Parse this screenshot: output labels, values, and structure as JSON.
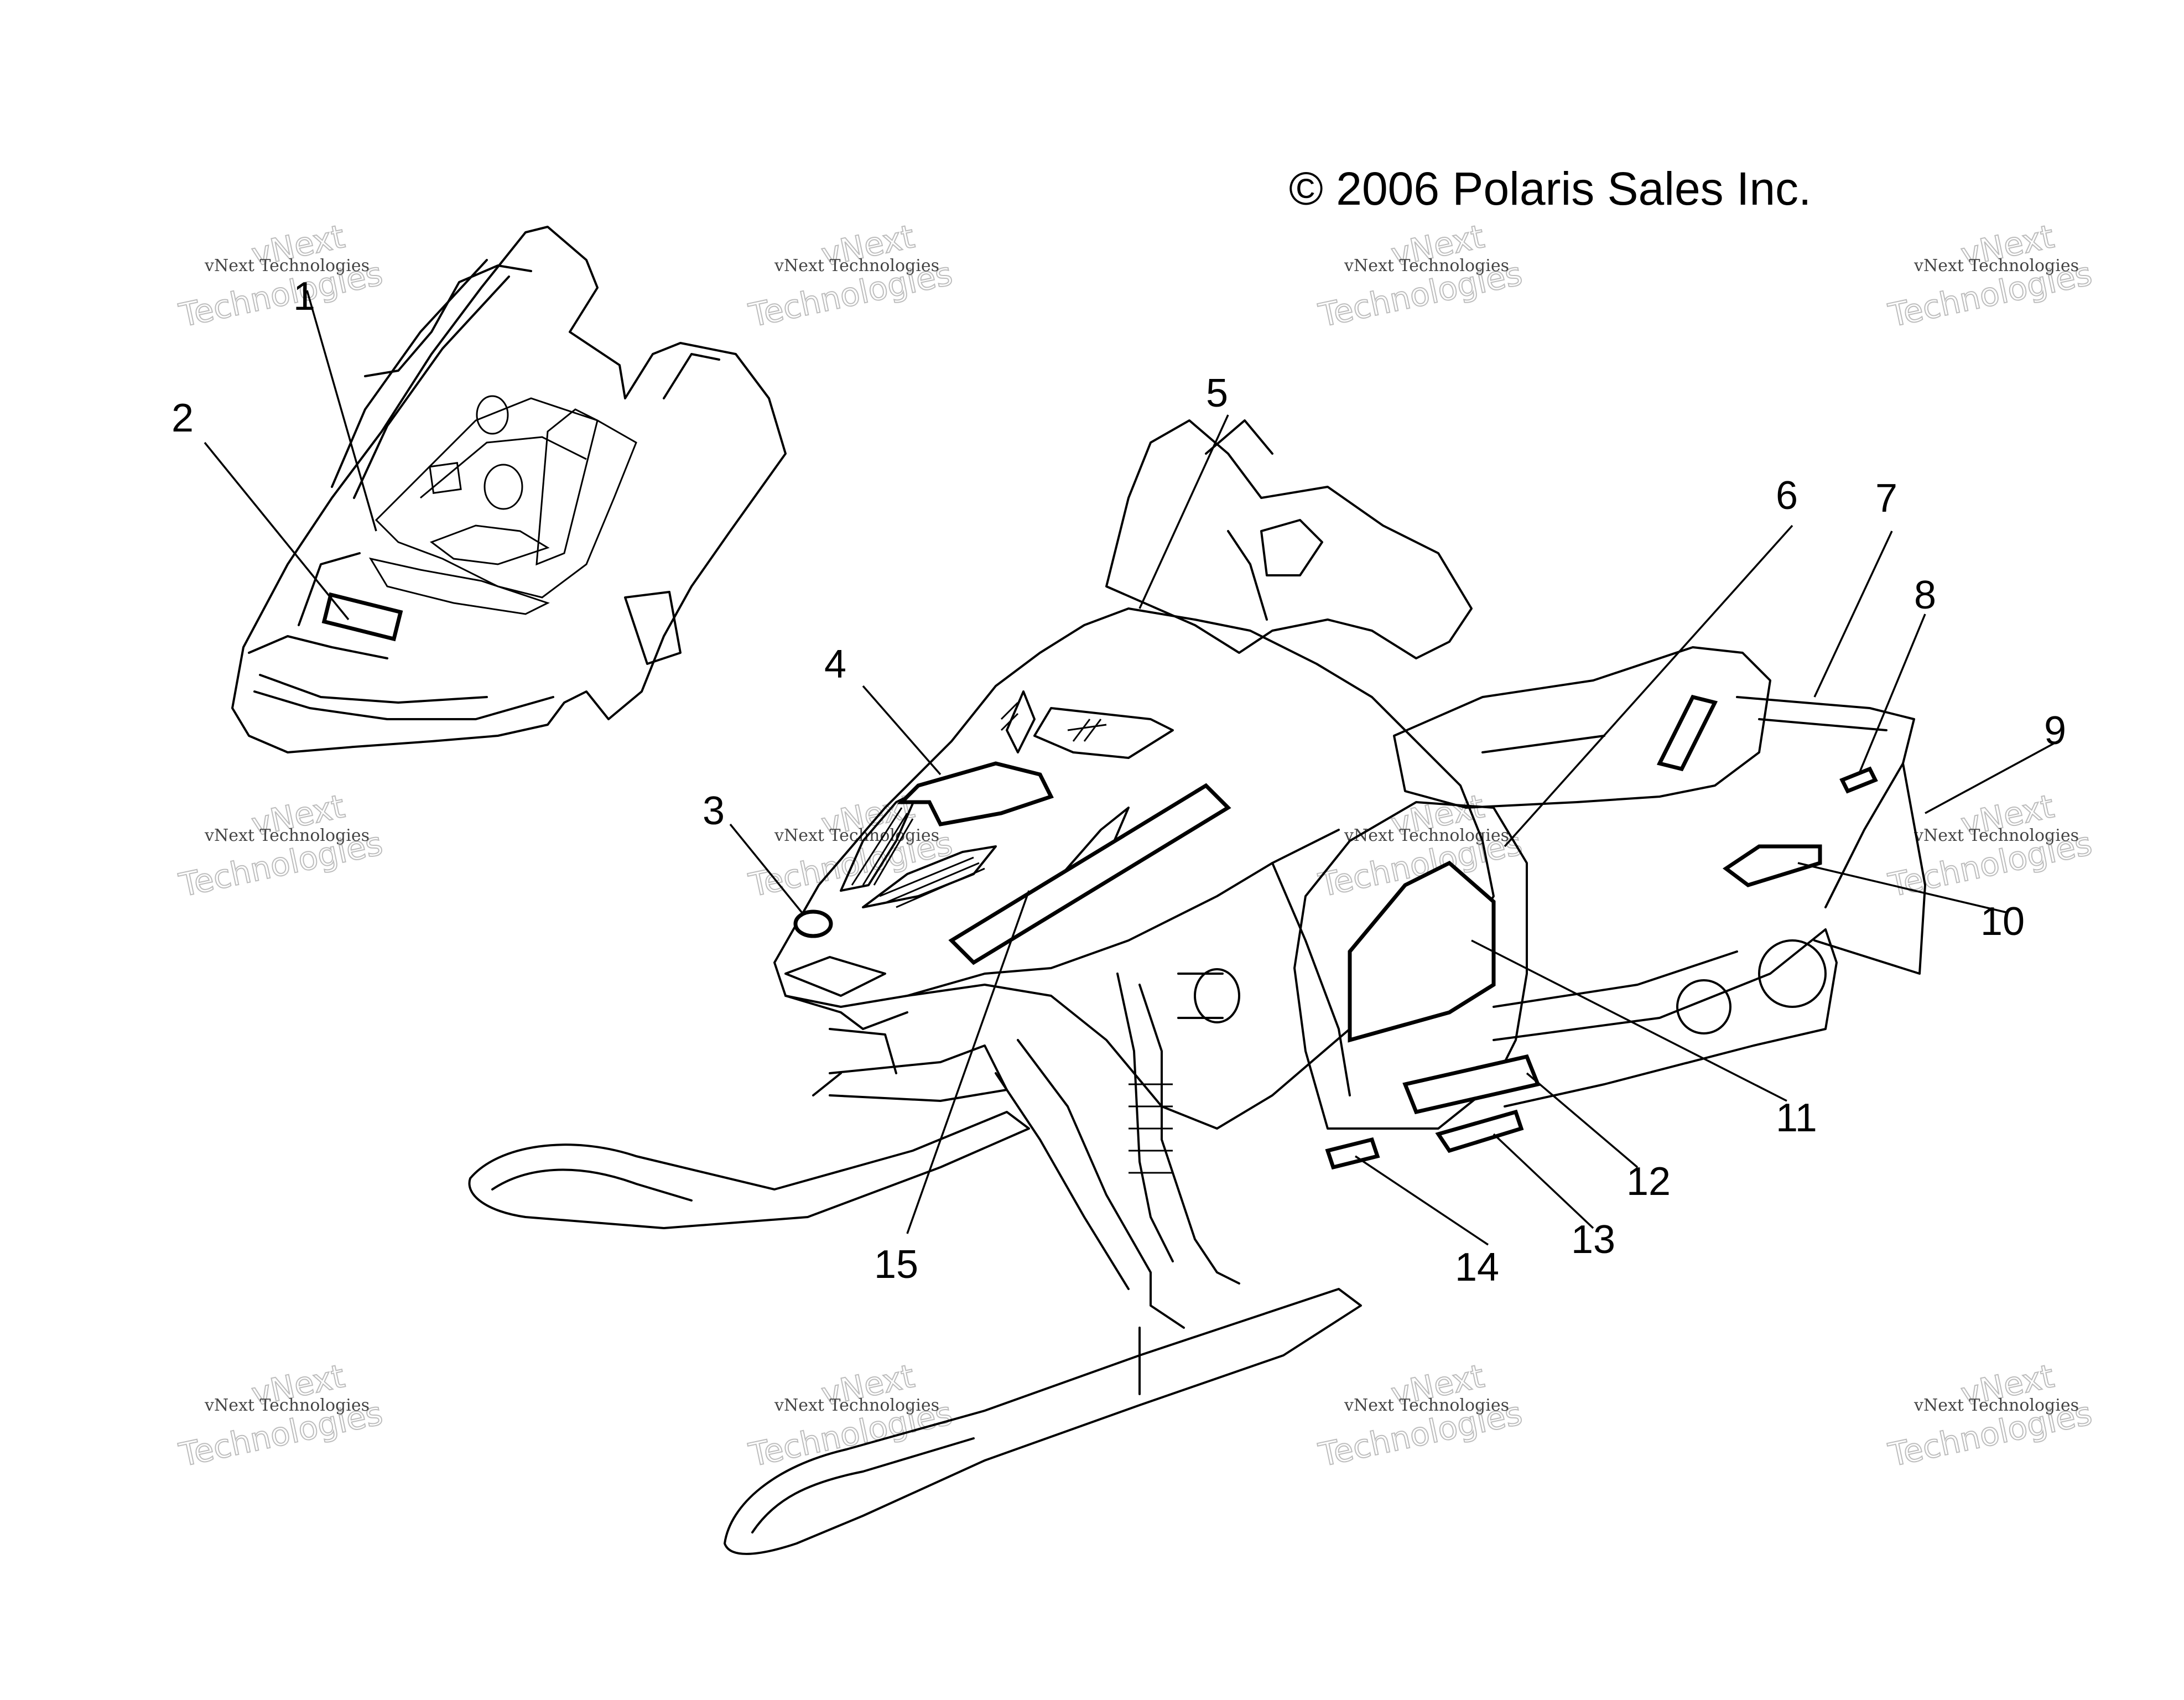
{
  "copyright": "© 2006 Polaris Sales Inc.",
  "watermark": {
    "line1": "vNext Technologies",
    "line2": "vNext",
    "line3": "Technologies"
  },
  "callouts": [
    "1",
    "2",
    "3",
    "4",
    "5",
    "6",
    "7",
    "8",
    "9",
    "10",
    "11",
    "12",
    "13",
    "14",
    "15"
  ],
  "icons": {
    "snowmobile": "snowmobile-drawing",
    "inset": "console-inset-drawing"
  }
}
